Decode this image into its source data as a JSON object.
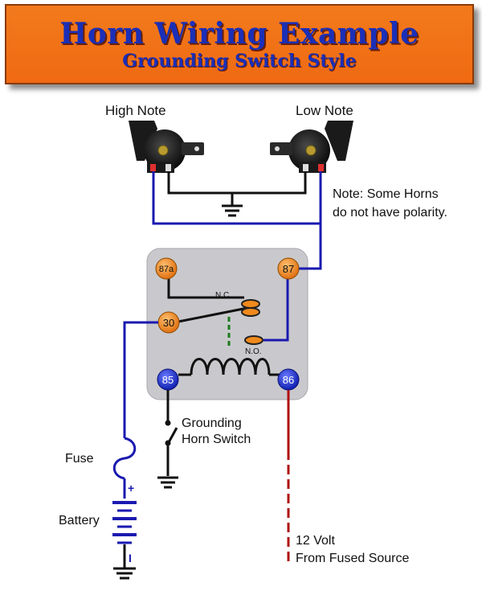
{
  "header": {
    "title": "Horn Wiring Example",
    "subtitle": "Grounding Switch Style"
  },
  "horns": {
    "high_label": "High Note",
    "low_label": "Low Note"
  },
  "note": {
    "line1": "Note: Some Horns",
    "line2": "do not have polarity."
  },
  "relay": {
    "pin_87a": "87a",
    "pin_87": "87",
    "pin_30": "30",
    "pin_85": "85",
    "pin_86": "86",
    "nc_label": "N.C.",
    "no_label": "N.O."
  },
  "switch": {
    "line1": "Grounding",
    "line2": "Horn Switch"
  },
  "fuse_label": "Fuse",
  "battery": {
    "label": "Battery",
    "plus": "+",
    "minus": "I"
  },
  "source": {
    "line1": "12 Volt",
    "line2": "From Fused Source"
  },
  "colors": {
    "banner": "#f06a12",
    "title_text": "#1a2fb8",
    "wire_blue": "#1a1ab0",
    "wire_black": "#111111",
    "wire_red": "#b01010",
    "wire_green": "#1a7a1a",
    "relay_body": "#c8c8cc",
    "pin_orange": "#f08a1c",
    "pin_blue": "#1a28c8"
  }
}
